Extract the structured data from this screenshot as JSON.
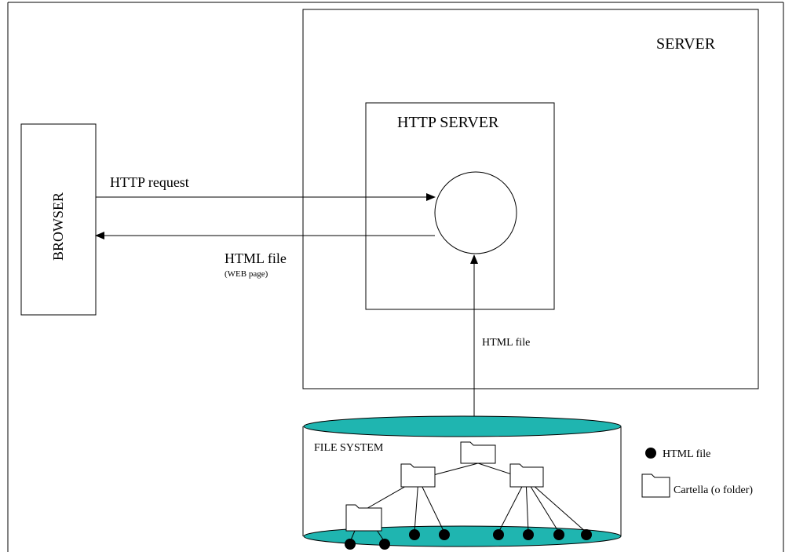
{
  "labels": {
    "server": "SERVER",
    "http_server": "HTTP SERVER",
    "browser": "BROWSER",
    "http_request": "HTTP request",
    "html_file_response": "HTML file",
    "web_page": "(WEB page)",
    "html_file_transfer": "HTML file",
    "file_system": "FILE SYSTEM"
  },
  "legend": {
    "file_label": "HTML file",
    "folder_label": "Cartella (o folder)"
  },
  "colors": {
    "disk_fill": "#1FB5B0",
    "line": "#000000",
    "background": "#ffffff"
  }
}
